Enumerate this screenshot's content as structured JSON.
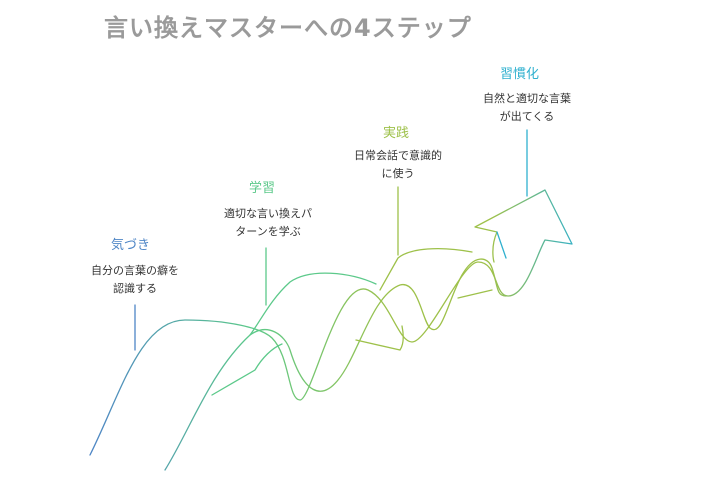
{
  "title": "言い換えマスターへの4ステップ",
  "colors": {
    "step1": "#4f86c6",
    "step2": "#5cc98a",
    "step3": "#9ec14a",
    "step4": "#2fb0cf"
  },
  "steps": [
    {
      "title": "気づき",
      "desc_line1": "自分の言葉の癖を",
      "desc_line2": "認識する"
    },
    {
      "title": "学習",
      "desc_line1": "適切な言い換えパ",
      "desc_line2": "ターンを学ぶ"
    },
    {
      "title": "実践",
      "desc_line1": "日常会話で意識的",
      "desc_line2": "に使う"
    },
    {
      "title": "習慣化",
      "desc_line1": "自然と適切な言葉",
      "desc_line2": "が出てくる"
    }
  ]
}
